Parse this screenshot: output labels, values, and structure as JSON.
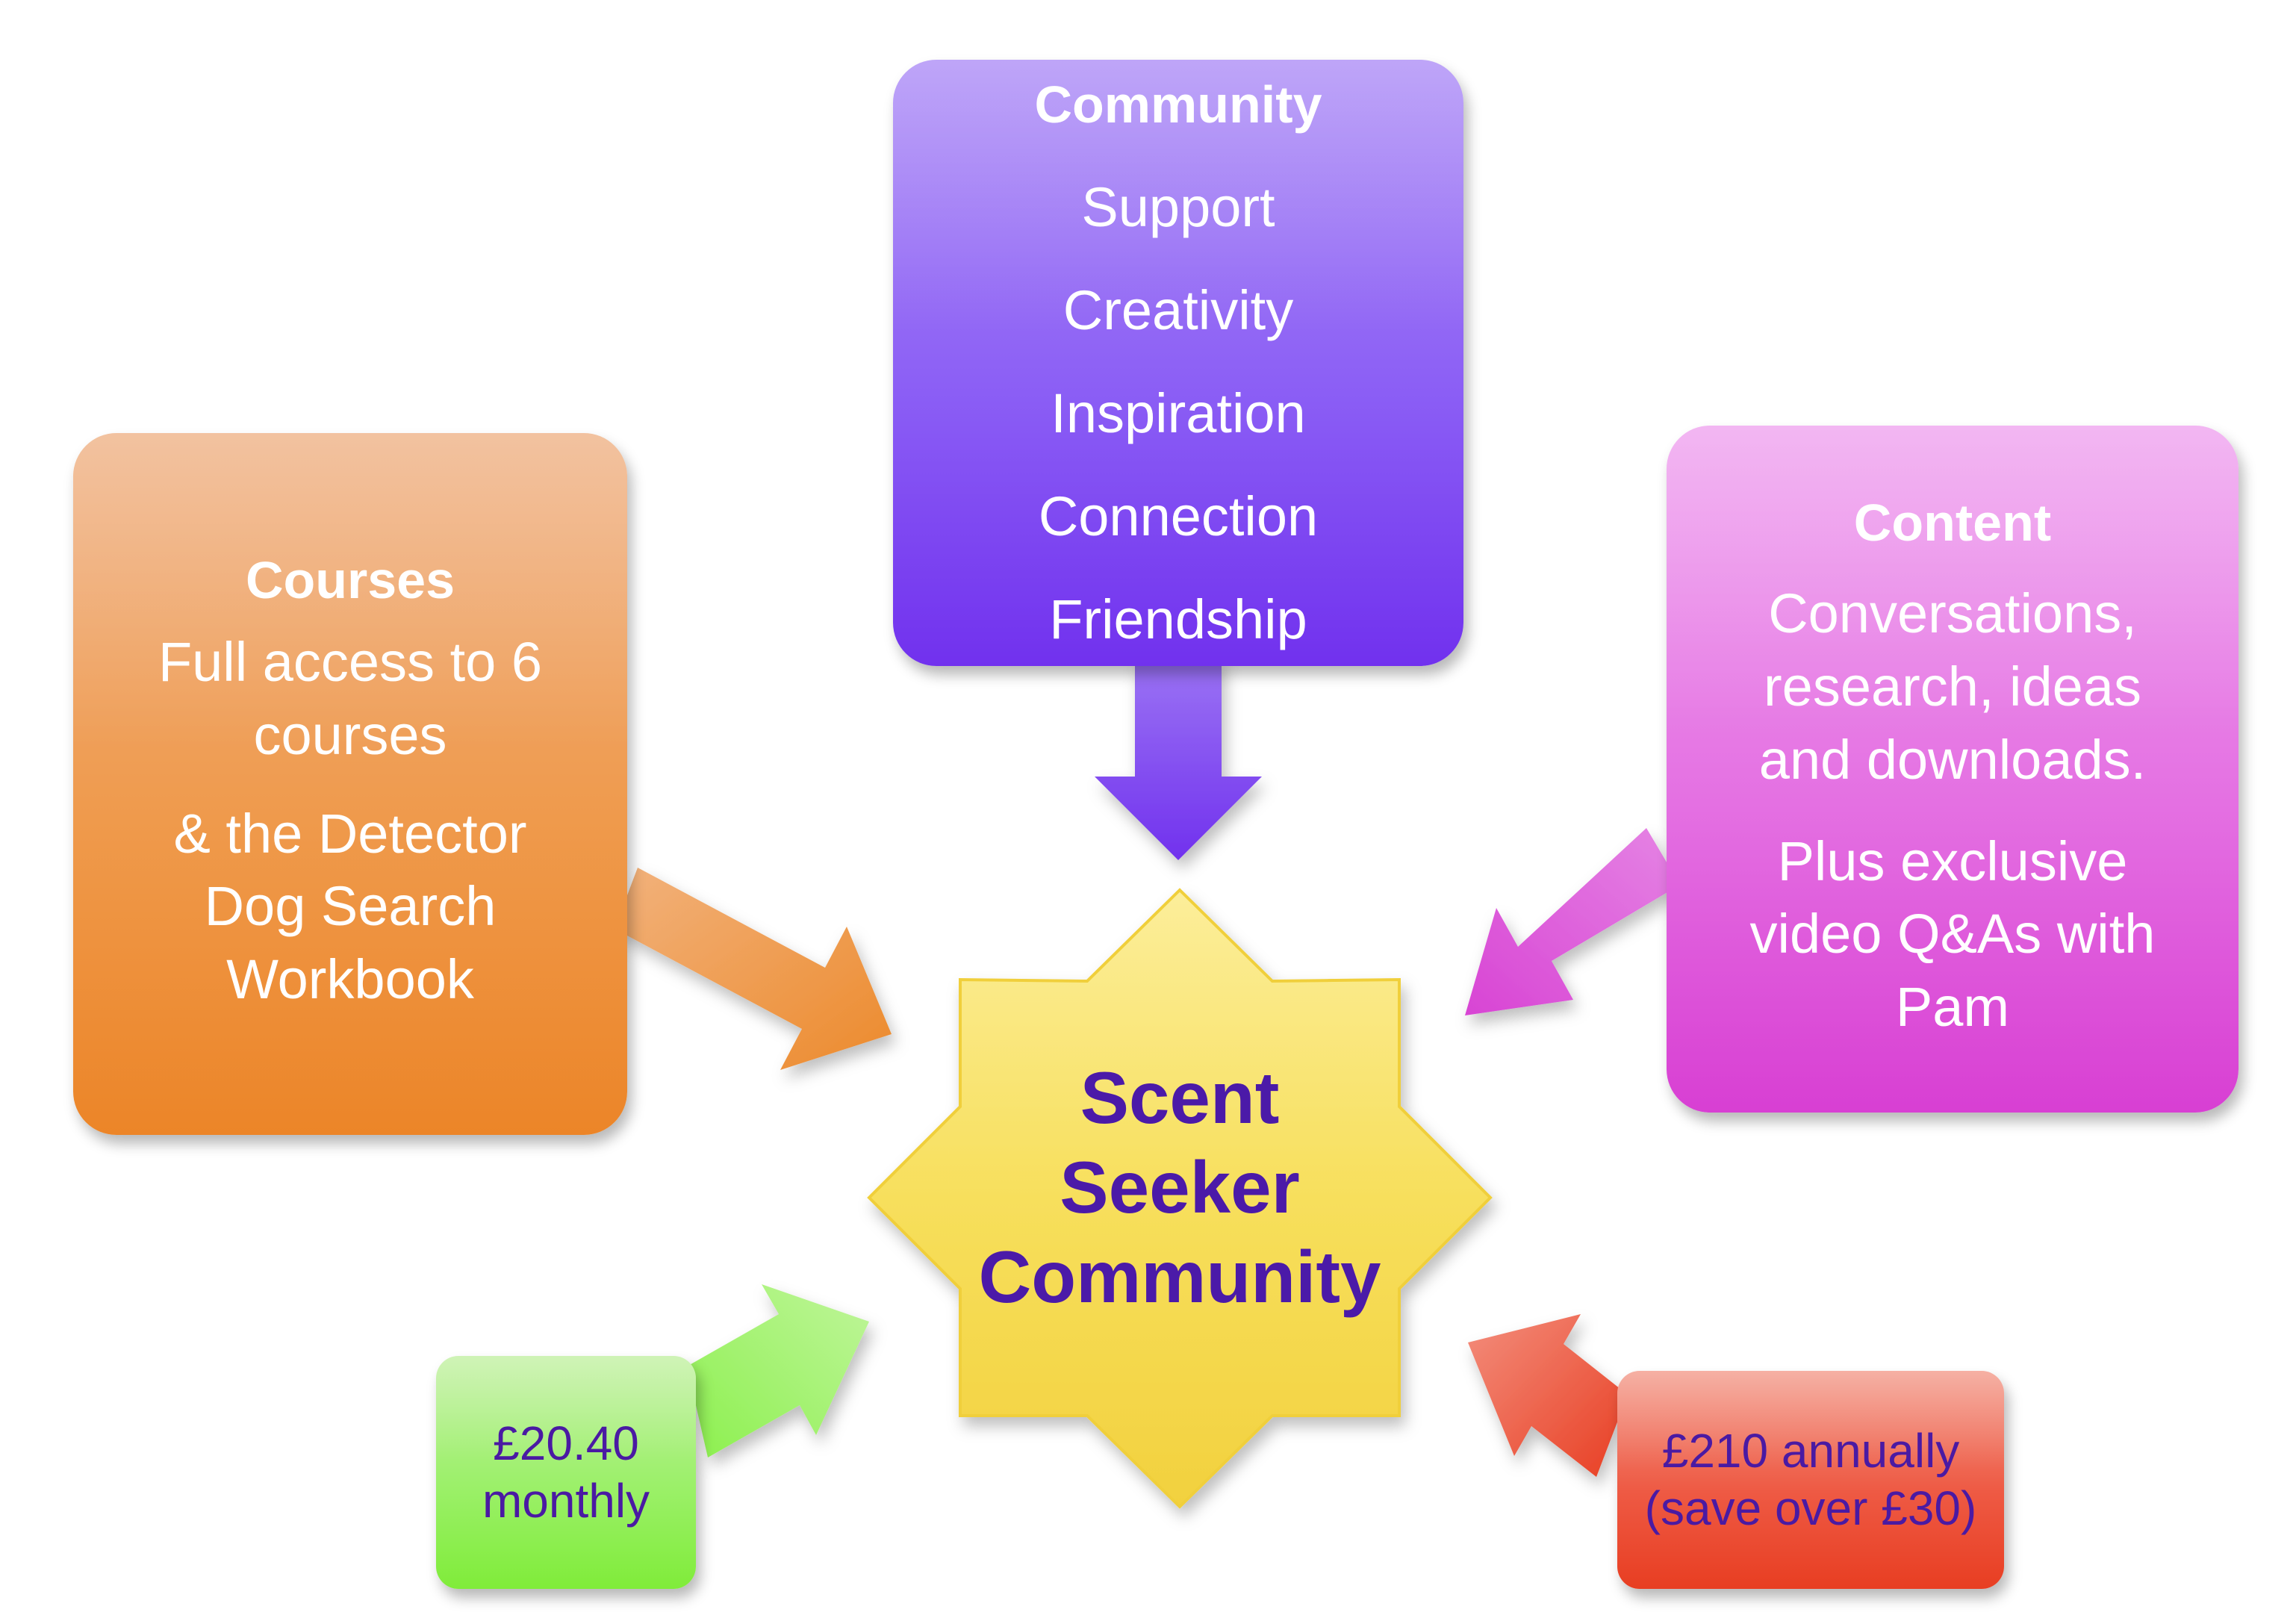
{
  "hub": {
    "lines": [
      "Scent",
      "Seeker",
      "Community"
    ]
  },
  "courses": {
    "title": "Courses",
    "line1": "Full access to 6 courses",
    "line2": "& the Detector Dog Search Workbook"
  },
  "community": {
    "title": "Community",
    "values": [
      "Support",
      "Creativity",
      "Inspiration",
      "Connection",
      "Friendship"
    ]
  },
  "content": {
    "title": "Content",
    "line1": "Conversations, research, ideas and downloads.",
    "line2": "Plus exclusive video Q&As with Pam"
  },
  "pricing": {
    "monthly": [
      "£20.40",
      "monthly"
    ],
    "annual": [
      "£210 annually",
      "(save over £30)"
    ]
  },
  "colors": {
    "courses": "#ef9a4c",
    "community": "#8b5ef5",
    "content": "#e470e2",
    "hub": "#f6dc58",
    "hub_text": "#4b1aa8",
    "monthly": "#9cf06a",
    "annual": "#ee5a44"
  }
}
